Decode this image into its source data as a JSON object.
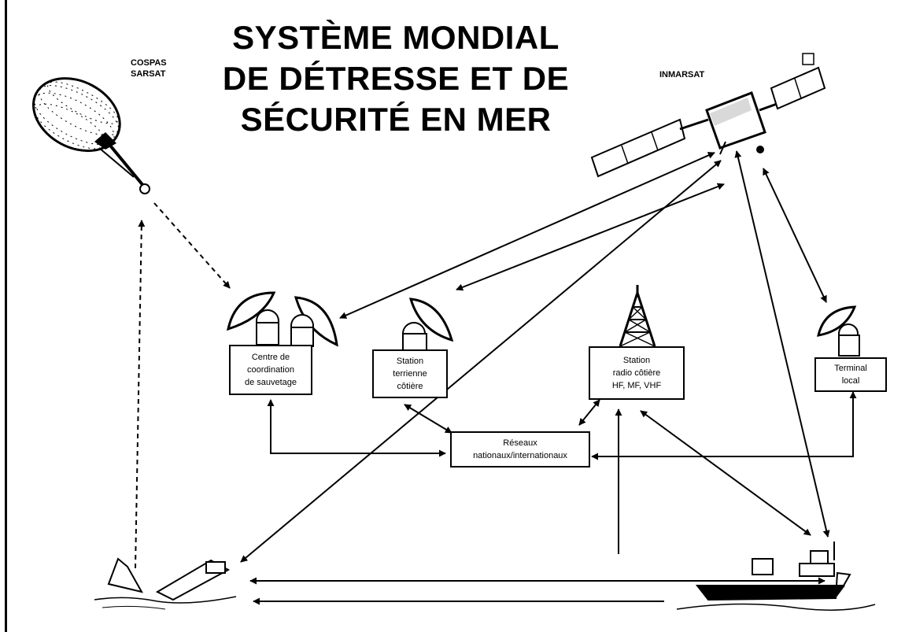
{
  "title": {
    "line1": "SYSTÈME MONDIAL",
    "line2": "DE DÉTRESSE ET DE",
    "line3": "SÉCURITÉ EN MER"
  },
  "satellites": {
    "cospas_line1": "COSPAS",
    "cospas_line2": "SARSAT",
    "inmarsat": "INMARSAT"
  },
  "boxes": {
    "rcc": [
      "Centre de",
      "coordination",
      "de sauvetage"
    ],
    "ground_station": [
      "Station",
      "terrienne",
      "côtière"
    ],
    "coast_radio": [
      "Station",
      "radio côtière",
      "HF, MF, VHF"
    ],
    "terminal": [
      "Terminal",
      "local"
    ],
    "networks": [
      "Réseaux",
      "nationaux/internationaux"
    ]
  }
}
